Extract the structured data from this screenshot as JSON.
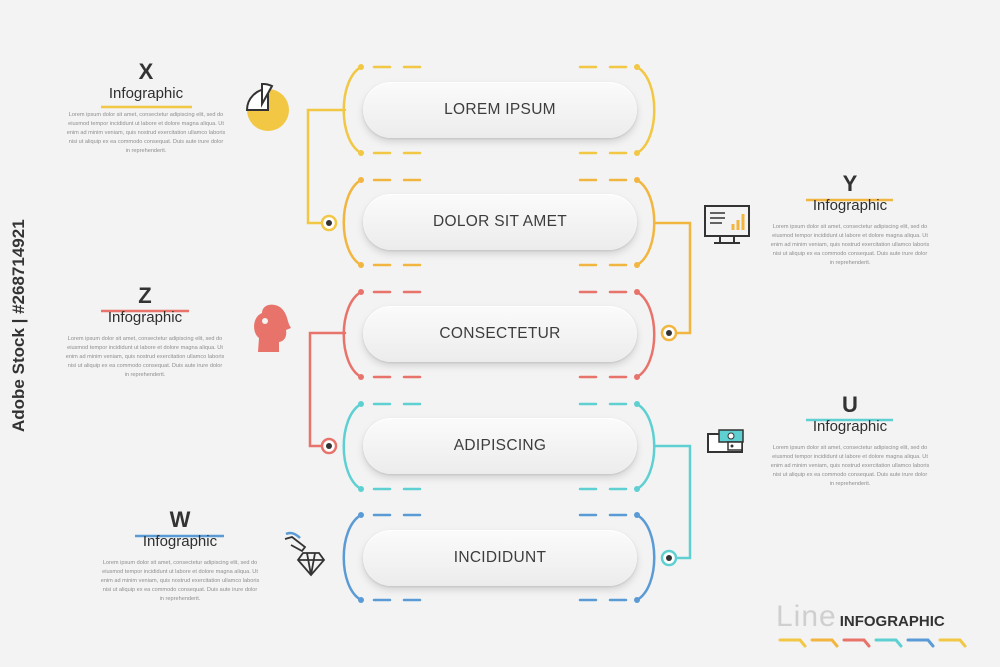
{
  "steps": [
    {
      "label": "LOREM IPSUM"
    },
    {
      "label": "DOLOR SIT AMET"
    },
    {
      "label": "CONSECTETUR"
    },
    {
      "label": "ADIPISCING"
    },
    {
      "label": "INCIDIDUNT"
    }
  ],
  "infos": [
    {
      "letter": "X",
      "title": "Infographic",
      "icon": "pie-chart-icon",
      "color": "#f2c744",
      "desc": "Lorem ipsum dolor sit amet, consectetur adipiscing elit, sed do eiusmod tempor incididunt ut labore et dolore magna aliqua. Ut enim ad minim veniam, quis nostrud exercitation ullamco laboris nisi ut aliquip ex ea commodo consequat. Duis aute irure dolor in reprehenderit."
    },
    {
      "letter": "Y",
      "title": "Infographic",
      "icon": "monitor-chart-icon",
      "color": "#f2b640",
      "desc": "Lorem ipsum dolor sit amet, consectetur adipiscing elit, sed do eiusmod tempor incididunt ut labore et dolore magna aliqua. Ut enim ad minim veniam, quis nostrud exercitation ullamco laboris nisi ut aliquip ex ea commodo consequat. Duis aute irure dolor in reprehenderit."
    },
    {
      "letter": "Z",
      "title": "Infographic",
      "icon": "head-profile-icon",
      "color": "#e8736b",
      "desc": "Lorem ipsum dolor sit amet, consectetur adipiscing elit, sed do eiusmod tempor incididunt ut labore et dolore magna aliqua. Ut enim ad minim veniam, quis nostrud exercitation ullamco laboris nisi ut aliquip ex ea commodo consequat. Duis aute irure dolor in reprehenderit."
    },
    {
      "letter": "U",
      "title": "Infographic",
      "icon": "wallet-money-icon",
      "color": "#5fd0d2",
      "desc": "Lorem ipsum dolor sit amet, consectetur adipiscing elit, sed do eiusmod tempor incididunt ut labore et dolore magna aliqua. Ut enim ad minim veniam, quis nostrud exercitation ullamco laboris nisi ut aliquip ex ea commodo consequat. Duis aute irure dolor in reprehenderit."
    },
    {
      "letter": "W",
      "title": "Infographic",
      "icon": "hand-diamond-icon",
      "color": "#5b9bd5",
      "desc": "Lorem ipsum dolor sit amet, consectetur adipiscing elit, sed do eiusmod tempor incididunt ut labore et dolore magna aliqua. Ut enim ad minim veniam, quis nostrud exercitation ullamco laboris nisi ut aliquip ex ea commodo consequat. Duis aute irure dolor in reprehenderit."
    }
  ],
  "colors": {
    "yellow": "#f2c744",
    "orange": "#f2b640",
    "red": "#e8736b",
    "cyan": "#5fd0d2",
    "blue": "#5b9bd5",
    "dark": "#3a3a3a"
  },
  "watermark_side": "Adobe Stock | #268714921",
  "brand": {
    "line": "Line",
    "infographic": "INFOGRAPHIC"
  }
}
